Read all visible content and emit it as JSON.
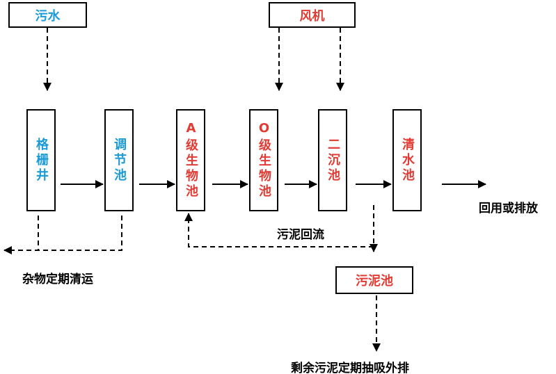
{
  "colors": {
    "blue": "#1a9bd7",
    "red": "#e23b33",
    "black": "#000000"
  },
  "inputs": {
    "sewage": "污水",
    "blower": "风机"
  },
  "units": [
    {
      "label": "格栅井",
      "color": "blue"
    },
    {
      "label": "调节池",
      "color": "blue"
    },
    {
      "label": "A级生物池",
      "color": "red"
    },
    {
      "label": "O级生物池",
      "color": "red"
    },
    {
      "label": "二沉池",
      "color": "red"
    },
    {
      "label": "清水池",
      "color": "red"
    }
  ],
  "sludge_tank": "污泥池",
  "annotations": {
    "debris": "杂物定期清运",
    "sludge_return": "污泥回流",
    "reuse": "回用或排放",
    "excess_sludge": "剩余污泥定期抽吸外排"
  }
}
